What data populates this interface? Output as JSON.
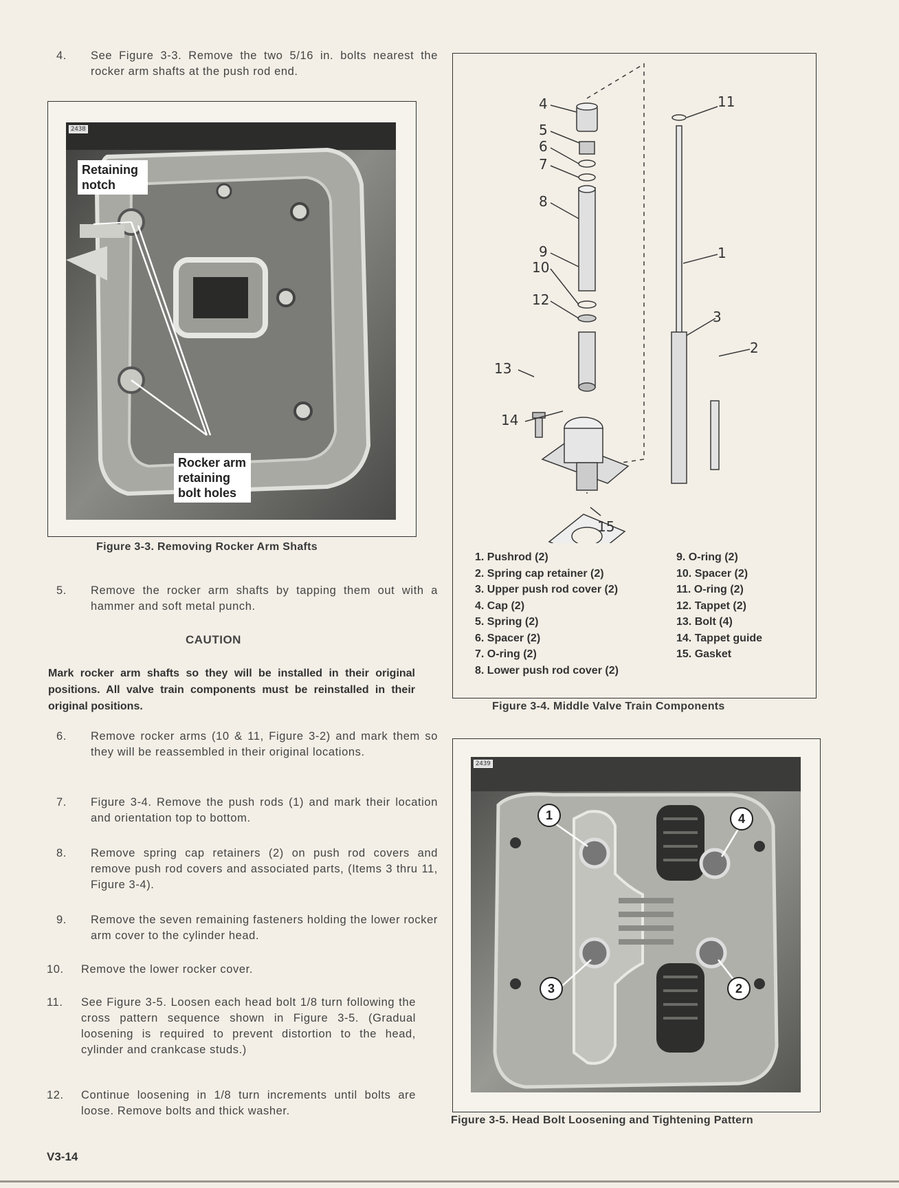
{
  "left_column": {
    "step4": {
      "num": "4.",
      "text": "See Figure 3-3. Remove the two 5/16 in. bolts nearest the rocker arm shafts at the push rod end."
    },
    "fig33": {
      "photo_id": "2438",
      "callout_retaining": "Retaining notch",
      "callout_rocker": "Rocker arm retaining bolt holes",
      "caption": "Figure 3-3. Removing Rocker Arm Shafts"
    },
    "step5": {
      "num": "5.",
      "text": "Remove the rocker arm shafts by tapping them out with a hammer and soft metal punch."
    },
    "caution_heading": "CAUTION",
    "caution_text": "Mark rocker arm shafts so they will be installed in their original positions. All valve train components must be reinstalled in their original positions.",
    "step6": {
      "num": "6.",
      "text": "Remove rocker arms (10 & 11, Figure 3-2) and mark them so they will be reassembled in their original locations."
    },
    "step7": {
      "num": "7.",
      "text": "Figure 3-4. Remove the push rods (1) and mark their location and orientation top to bottom."
    },
    "step8": {
      "num": "8.",
      "text": "Remove spring cap retainers (2) on push rod covers and remove push rod covers and associated parts, (Items 3 thru 11, Figure 3-4)."
    },
    "step9": {
      "num": "9.",
      "text": "Remove the seven remaining fasteners holding the lower rocker arm cover to the cylinder head."
    },
    "step10": {
      "num": "10.",
      "text": "Remove the lower rocker cover."
    },
    "step11": {
      "num": "11.",
      "text": "See Figure 3-5. Loosen each head bolt 1/8 turn following the cross pattern sequence shown in Figure 3-5. (Gradual loosening is required to prevent distortion to the head, cylinder and crankcase studs.)"
    },
    "step12": {
      "num": "12.",
      "text": "Continue loosening in 1/8 turn increments until bolts are loose. Remove bolts and thick washer."
    }
  },
  "right_column": {
    "fig34": {
      "labels": [
        "1",
        "2",
        "3",
        "4",
        "5",
        "6",
        "7",
        "8",
        "9",
        "10",
        "11",
        "12",
        "13",
        "14",
        "15"
      ],
      "legend_left": [
        "1. Pushrod (2)",
        "2. Spring cap retainer (2)",
        "3. Upper push rod cover (2)",
        "4. Cap (2)",
        "5. Spring (2)",
        "6. Spacer (2)",
        "7. O-ring (2)",
        "8. Lower push rod cover (2)"
      ],
      "legend_right": [
        "9. O-ring (2)",
        "10. Spacer (2)",
        "11. O-ring (2)",
        "12. Tappet (2)",
        "13. Bolt (4)",
        "14. Tappet guide",
        "15. Gasket"
      ],
      "caption": "Figure 3-4. Middle Valve Train Components"
    },
    "fig35": {
      "photo_id": "2439",
      "bolt_numbers": [
        "1",
        "4",
        "3",
        "2"
      ],
      "caption": "Figure 3-5. Head Bolt Loosening and Tightening Pattern"
    }
  },
  "footer": {
    "page_number": "V3-14"
  }
}
